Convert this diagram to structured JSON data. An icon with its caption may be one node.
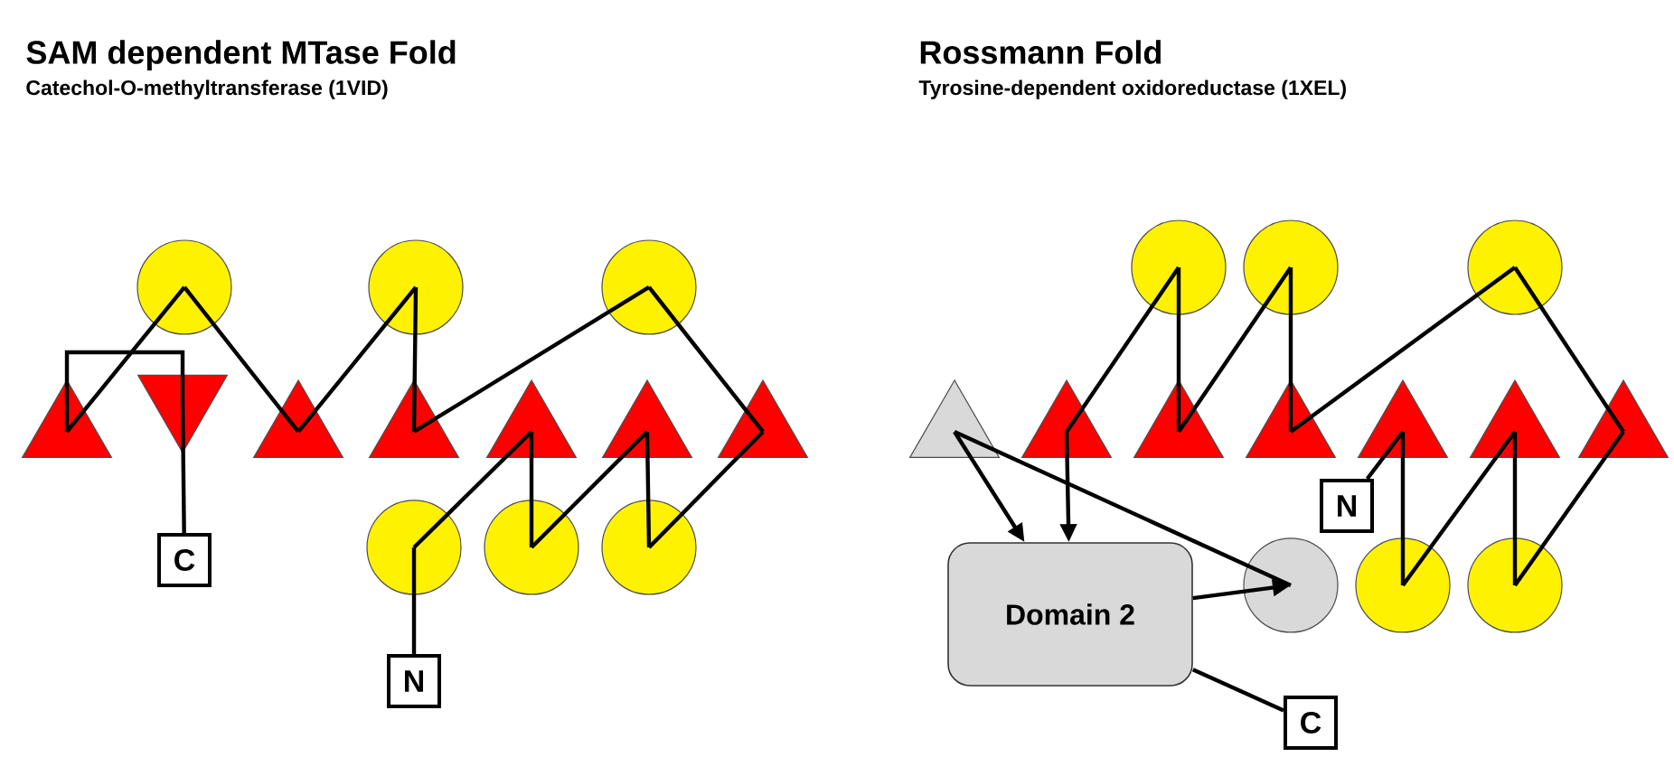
{
  "diagram": {
    "nodes": [
      {
        "text": [],
        "shape": "circle"
      },
      {
        "text": [],
        "shape": "circle"
      },
      {
        "text": [],
        "shape": "circle"
      },
      {
        "text": [],
        "shape": "triangle"
      },
      {
        "text": [],
        "shape": "triangle"
      },
      {
        "text": [],
        "shape": "triangle"
      },
      {
        "text": [],
        "shape": "triangle"
      },
      {
        "text": [],
        "shape": "triangle"
      },
      {
        "text": [],
        "shape": "triangle"
      },
      {
        "text": [],
        "shape": "triangle"
      },
      {
        "text": [],
        "shape": "circle"
      },
      {
        "text": [],
        "shape": "circle"
      },
      {
        "text": [],
        "shape": "circle"
      },
      {
        "text": [
          "C"
        ]
      },
      {
        "text": [
          "N"
        ]
      },
      {
        "text": [],
        "shape": "circle"
      },
      {
        "text": [],
        "shape": "circle"
      },
      {
        "text": [],
        "shape": "circle"
      },
      {
        "text": [],
        "shape": "triangle"
      },
      {
        "text": [],
        "shape": "triangle"
      },
      {
        "text": [],
        "shape": "triangle"
      },
      {
        "text": [],
        "shape": "triangle"
      },
      {
        "text": [],
        "shape": "triangle"
      },
      {
        "text": [],
        "shape": "triangle"
      },
      {
        "text": [],
        "shape": "triangle"
      },
      {
        "text": [
          "N"
        ]
      },
      {
        "text": [
          "Domain 2"
        ]
      },
      {
        "text": [],
        "shape": "circle"
      },
      {
        "text": [],
        "shape": "circle"
      },
      {
        "text": [],
        "shape": "circle"
      },
      {
        "text": [
          "C"
        ]
      }
    ],
    "edges": [
      {
        "from": 14,
        "to": 10,
        "arrow": "none"
      },
      {
        "from": 10,
        "to": 7,
        "arrow": "none"
      },
      {
        "from": 7,
        "to": 11,
        "arrow": "none"
      },
      {
        "from": 11,
        "to": 8,
        "arrow": "none"
      },
      {
        "from": 8,
        "to": 12,
        "arrow": "none"
      },
      {
        "from": 12,
        "to": 9,
        "arrow": "none"
      },
      {
        "from": 9,
        "to": 2,
        "arrow": "none"
      },
      {
        "from": 2,
        "to": 6,
        "arrow": "none"
      },
      {
        "from": 6,
        "to": 1,
        "arrow": "none"
      },
      {
        "from": 1,
        "to": 5,
        "arrow": "none"
      },
      {
        "from": 5,
        "to": 0,
        "arrow": "none"
      },
      {
        "from": 0,
        "to": 3,
        "arrow": "none"
      },
      {
        "from": 3,
        "to": 4,
        "arrow": "none"
      },
      {
        "from": 4,
        "to": 13,
        "arrow": "none"
      },
      {
        "from": 25,
        "to": 22,
        "arrow": "none"
      },
      {
        "from": 22,
        "to": 28,
        "arrow": "none"
      },
      {
        "from": 28,
        "to": 23,
        "arrow": "none"
      },
      {
        "from": 23,
        "to": 29,
        "arrow": "none"
      },
      {
        "from": 29,
        "to": 24,
        "arrow": "none"
      },
      {
        "from": 24,
        "to": 17,
        "arrow": "none"
      },
      {
        "from": 17,
        "to": 21,
        "arrow": "none"
      },
      {
        "from": 21,
        "to": 16,
        "arrow": "none"
      },
      {
        "from": 16,
        "to": 20,
        "arrow": "none"
      },
      {
        "from": 20,
        "to": 15,
        "arrow": "none"
      },
      {
        "from": 15,
        "to": 19,
        "arrow": "none"
      },
      {
        "from": 19,
        "to": 26,
        "arrow": "to"
      },
      {
        "from": 18,
        "to": 26,
        "arrow": "to"
      },
      {
        "from": 18,
        "to": 27,
        "arrow": "none"
      },
      {
        "from": 26,
        "to": 27,
        "arrow": "to"
      },
      {
        "from": 26,
        "to": 30,
        "arrow": "none"
      }
    ],
    "labels": [
      "SAM dependent MTase Fold",
      "Catechol-O-methyltransferase (1VID)",
      "Rossmann Fold",
      "Tyrosine-dependent oxidoreductase (1XEL)"
    ]
  }
}
